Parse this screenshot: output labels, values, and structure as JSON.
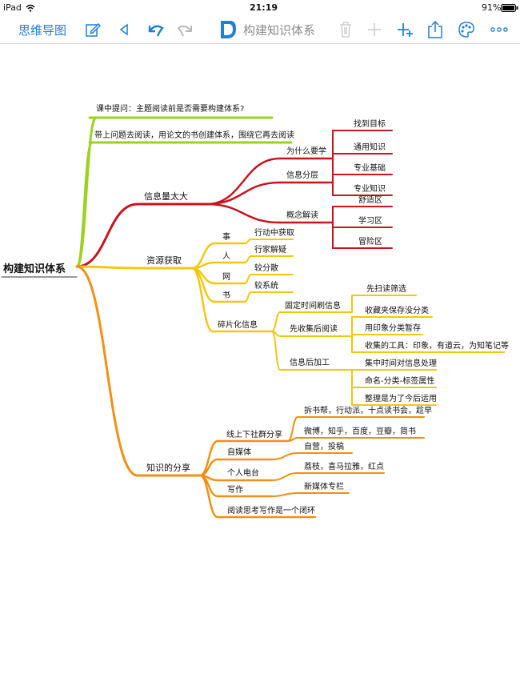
{
  "status": {
    "device": "iPad",
    "time": "21:19",
    "battery": "91%"
  },
  "toolbar": {
    "app_title": "思维导图",
    "doc_title": "构建知识体系",
    "icons": [
      "edit-icon",
      "prev-icon",
      "undo-icon",
      "redo-icon",
      "doc-icon",
      "trash-icon",
      "add-icon",
      "add-child-icon",
      "share-icon",
      "theme-icon",
      "more-icon"
    ]
  },
  "colors": {
    "accent": "#1e7fd6",
    "green": "#9ad21f",
    "red": "#c8141e",
    "yellow": "#f3c711",
    "orange": "#f28f14"
  },
  "mindmap": {
    "root": "构建知识体系",
    "branches": {
      "q1": "课中提问：主题阅读前是否需要构建体系?",
      "q2": "带上问题去阅读，用论文的书创建体系，围绕它再去阅读",
      "info": {
        "label": "信息量太大",
        "why": "为什么要学",
        "why_c": [
          "找到目标"
        ],
        "layers": "信息分层",
        "layers_c": [
          "通用知识",
          "专业基础",
          "专业知识"
        ],
        "concept": "概念解读",
        "concept_c": [
          "舒适区",
          "学习区",
          "冒险区"
        ]
      },
      "res": {
        "label": "资源获取",
        "s1": "事",
        "s1c": "行动中获取",
        "s2": "人",
        "s2c": "行家解疑",
        "s3": "网",
        "s3c": "较分散",
        "s4": "书",
        "s4c": "较系统",
        "frag": "碎片化信息",
        "f1": "固定时间刷信息",
        "f1c": [
          "先扫读筛选"
        ],
        "f2": "先收集后阅读",
        "f2c": [
          "收藏夹保存没分类",
          "用印象分类暂存",
          "收集的工具：印象，有道云，为知笔记等"
        ],
        "f3": "信息后加工",
        "f3c": [
          "集中时间对信息处理",
          "命名-分类-标签属性",
          "整理是为了今后运用"
        ]
      },
      "share": {
        "label": "知识的分享",
        "k1": "线上下社群分享",
        "k1c": [
          "拆书帮，行动派，十点读书会，趁早",
          "微博，知乎，百度，豆瓣，简书"
        ],
        "k2": "自媒体",
        "k2c": [
          "自营，投稿"
        ],
        "k3": "个人电台",
        "k3c": [
          "荔枝，喜马拉雅，红点"
        ],
        "k4": "写作",
        "k4c": [
          "新媒体专栏"
        ],
        "k5": "阅读思考写作是一个闭环"
      }
    }
  }
}
